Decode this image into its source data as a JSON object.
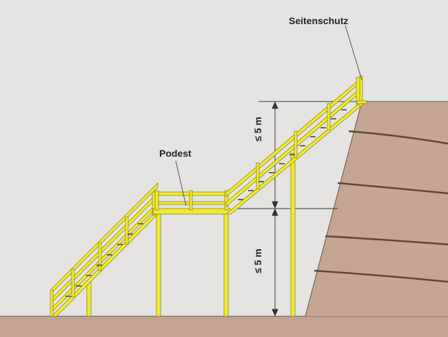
{
  "labels": {
    "guardrail": "Seitenschutz",
    "landing": "Podest",
    "upper_height": "≤ 5 m",
    "lower_height": "≤ 5 m"
  },
  "colors": {
    "background": "#e5e4e2",
    "soil": "#c4a591",
    "steel": "#f2ea2e",
    "steel_outline": "#8a8420",
    "line": "#333333"
  }
}
